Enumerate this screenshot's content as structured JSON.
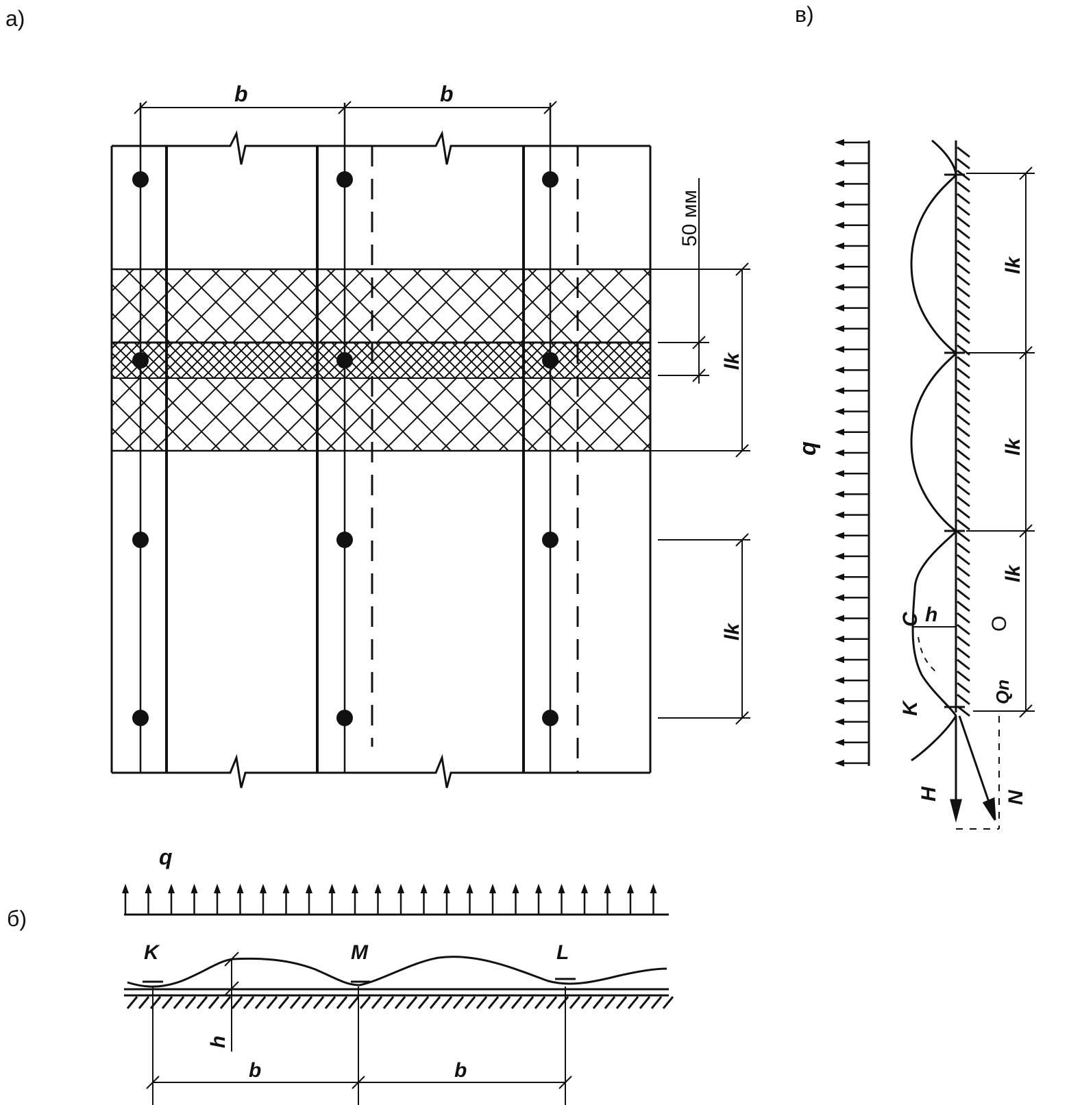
{
  "labels": {
    "panel_a": "а)",
    "panel_b": "б)",
    "panel_v": "в)",
    "dim_b": "b",
    "dim_50": "50 мм",
    "dim_lk": "lk",
    "load_q": "q",
    "point_K": "K",
    "point_M": "M",
    "point_L": "L",
    "height_h": "h",
    "point_C": "C",
    "point_O": "O",
    "force_Qn": "Qn",
    "force_H": "H",
    "force_N": "N"
  },
  "colors": {
    "ink": "#111111",
    "paper": "#ffffff"
  }
}
